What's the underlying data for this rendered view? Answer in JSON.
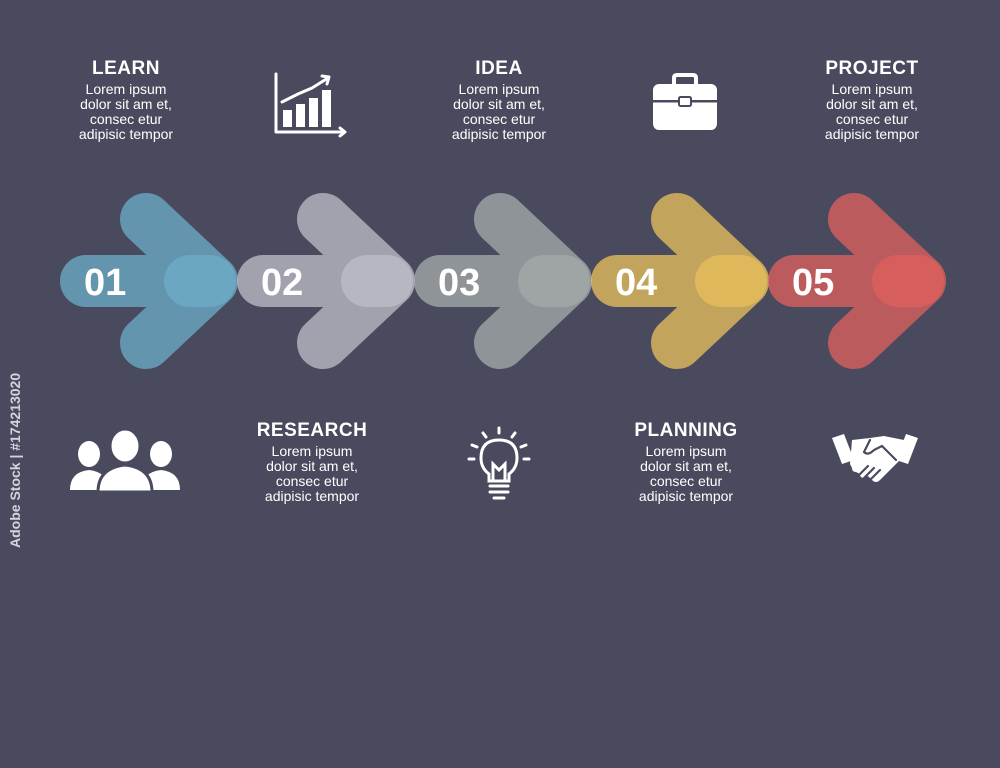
{
  "colors": {
    "background": "#4a4a5e",
    "step1": "#6fb3cf",
    "step2": "#c5c5cf",
    "step3": "#a9b1ad",
    "step4": "#f2c75c",
    "step5": "#e8625f"
  },
  "steps": [
    {
      "number": "01",
      "title": "LEARN",
      "body": [
        "Lorem ipsum",
        "dolor sit am et,",
        "consec etur",
        "adipisic tempor"
      ],
      "icon": "bar-chart-icon",
      "position": "top"
    },
    {
      "number": "02",
      "title": "RESEARCH",
      "body": [
        "Lorem ipsum",
        "dolor sit am et,",
        "consec etur",
        "adipisic tempor"
      ],
      "icon": "people-group-icon",
      "position": "bottom"
    },
    {
      "number": "03",
      "title": "IDEA",
      "body": [
        "Lorem ipsum",
        "dolor sit am et,",
        "consec etur",
        "adipisic tempor"
      ],
      "icon": "light-bulb-icon",
      "position": "top"
    },
    {
      "number": "04",
      "title": "PLANNING",
      "body": [
        "Lorem ipsum",
        "dolor sit am et,",
        "consec etur",
        "adipisic tempor"
      ],
      "icon": "briefcase-icon",
      "position": "bottom"
    },
    {
      "number": "05",
      "title": "PROJECT",
      "body": [
        "Lorem ipsum",
        "dolor sit am et,",
        "consec etur",
        "adipisic tempor"
      ],
      "icon": "handshake-icon",
      "position": "top"
    }
  ],
  "watermark": "Adobe Stock | #174213020"
}
